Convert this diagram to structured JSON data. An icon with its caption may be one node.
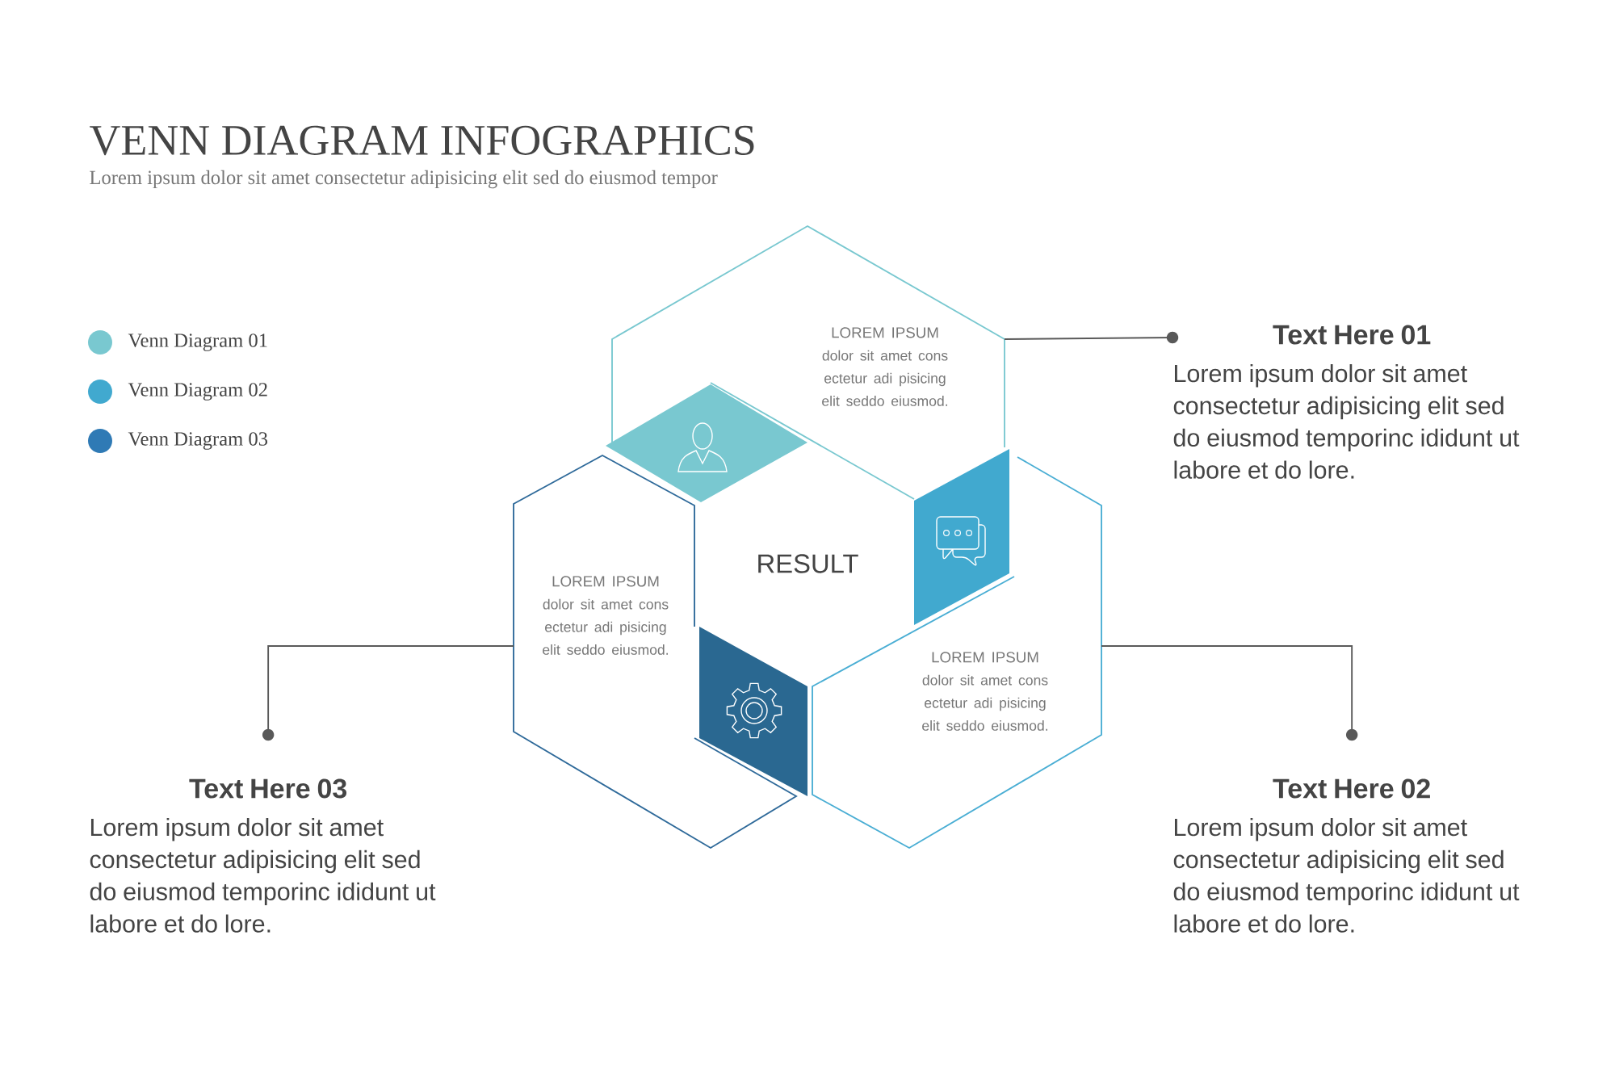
{
  "diagram": {
    "title": "VENN DIAGRAM INFOGRAPHICS",
    "nodes": [
      {
        "text": [
          "LOREM IPSUM",
          "dolor sit amet cons ectetur adi pisicing elit seddo eiusmod."
        ]
      },
      {
        "text": [
          "LOREM IPSUM",
          "dolor sit amet cons ectetur adi pisicing elit seddo eiusmod."
        ]
      },
      {
        "text": [
          "LOREM IPSUM",
          "dolor sit amet cons ectetur adi pisicing elit seddo eiusmod."
        ]
      },
      {
        "text": [
          "Text Here 01",
          "Lorem ipsum dolor sit amet consectetur adipisicing elit sed do eiusmod temporinc ididunt ut labore et do lore."
        ]
      },
      {
        "text": [
          "Text Here 02",
          "Lorem ipsum dolor sit amet consectetur adipisicing elit sed do eiusmod temporinc ididunt ut labore et do lore."
        ]
      },
      {
        "text": [
          "Text Here 03",
          "Lorem ipsum dolor sit amet consectetur adipisicing elit sed do eiusmod temporinc ididunt ut labore et do lore."
        ]
      }
    ],
    "edges": [
      {
        "from": 0,
        "to": 3,
        "arrow": "other"
      },
      {
        "from": 1,
        "to": 4,
        "arrow": "other"
      },
      {
        "from": 2,
        "to": 5,
        "arrow": "other"
      }
    ],
    "labels": [
      "Lorem ipsum dolor sit amet consectetur adipisicing elit sed do eiusmod tempor",
      "RESULT"
    ],
    "legend": [
      {
        "text": "Venn Diagram 01",
        "color": "#79c8d0"
      },
      {
        "text": "Venn Diagram 02",
        "color": "#41a9cf"
      },
      {
        "text": "Venn Diagram 03",
        "color": "#2f7ab5"
      }
    ]
  }
}
